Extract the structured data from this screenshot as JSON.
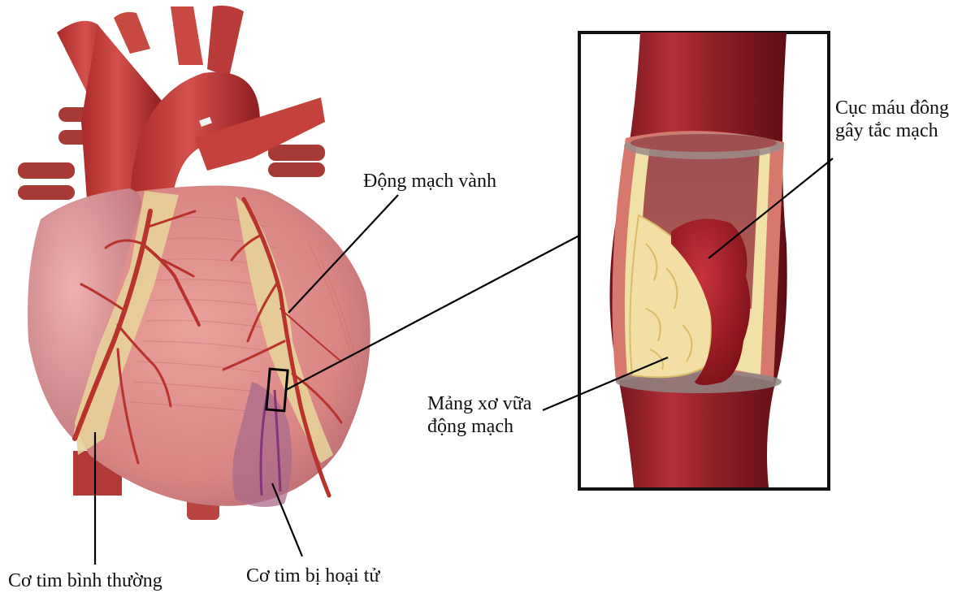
{
  "title": "Heart attack diagram: coronary artery blocked by clot",
  "labels": {
    "coronary_artery": "Động mạch vành",
    "clot_line1": "Cục máu đông",
    "clot_line2": "gây tắc mạch",
    "plaque_line1": "Mảng xơ vữa",
    "plaque_line2": "động mạch",
    "normal_muscle": "Cơ tim bình thường",
    "necrotic_muscle": "Cơ tim bị hoại tử"
  },
  "colors": {
    "heart_muscle": "#dc8a88",
    "vessel": "#c23a32",
    "artery_dark": "#8e1b22",
    "fat": "#e6d29a",
    "necrosis": "#8a3a7a",
    "clot": "#a81d26",
    "plaque": "#f1dfa6",
    "leader_line": "#000000"
  }
}
